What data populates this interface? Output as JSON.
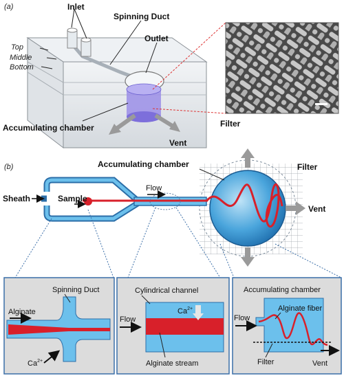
{
  "panel_a": {
    "tag": "(a)",
    "labels": {
      "inlet": "Inlet",
      "spinning_duct": "Spinning Duct",
      "outlet": "Outlet",
      "top": "Top",
      "middle": "Middle",
      "bottom": "Bottom",
      "accumulating_chamber": "Accumulating chamber",
      "vent": "Vent",
      "filter": "Filter"
    }
  },
  "panel_b": {
    "tag": "(b)",
    "labels": {
      "accumulating_chamber": "Accumulating chamber",
      "filter": "Filter",
      "sheath": "Sheath",
      "sample": "Sample",
      "flow": "Flow",
      "vent": "Vent"
    },
    "insets": {
      "left": {
        "spinning_duct": "Spinning Duct",
        "alginate": "Alginate",
        "ca": "Ca",
        "ca_sup": "2+"
      },
      "middle": {
        "cylindrical_channel": "Cylindrical channel",
        "ca": "Ca",
        "ca_sup": "2+",
        "flow": "Flow",
        "alginate_stream": "Alginate stream"
      },
      "right": {
        "accumulating_chamber": "Accumulating chamber",
        "alginate_fiber": "Alginate fiber",
        "flow": "Flow",
        "filter": "Filter",
        "vent": "Vent"
      }
    }
  },
  "colors": {
    "fluid_blue": "#5aaee0",
    "alginate_red": "#d8202a",
    "arrow_grey": "#9a9a9a",
    "inset_border": "#3a6ea8"
  }
}
